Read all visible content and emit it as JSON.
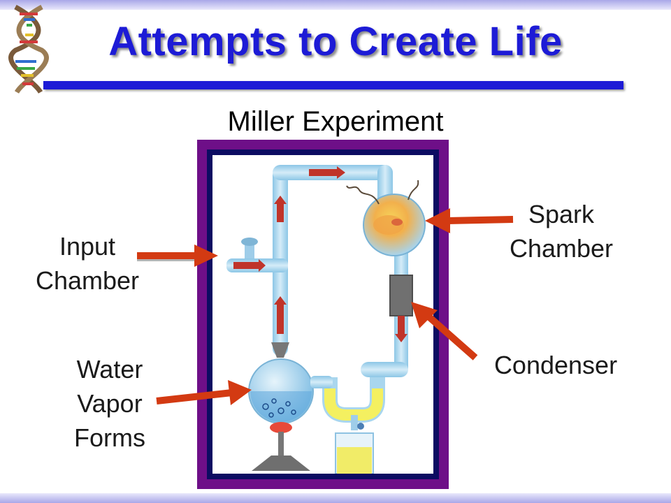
{
  "slide": {
    "title": "Attempts to Create Life",
    "subtitle": "Miller Experiment"
  },
  "labels": {
    "input": [
      "Input",
      "Chamber"
    ],
    "water": [
      "Water",
      "Vapor",
      "Forms"
    ],
    "spark": [
      "Spark",
      "Chamber"
    ],
    "condenser": [
      "Condenser"
    ]
  },
  "colors": {
    "title": "#1d1bd6",
    "frame": "#6e0f88",
    "frame_inner": "#0c0c62",
    "pointer_arrow": "#d33a12",
    "glass": "#a9d6ee",
    "flow_arrow": "#c0342a",
    "liquid": "#f4f060"
  },
  "icons": [
    "dna-helix-icon"
  ]
}
